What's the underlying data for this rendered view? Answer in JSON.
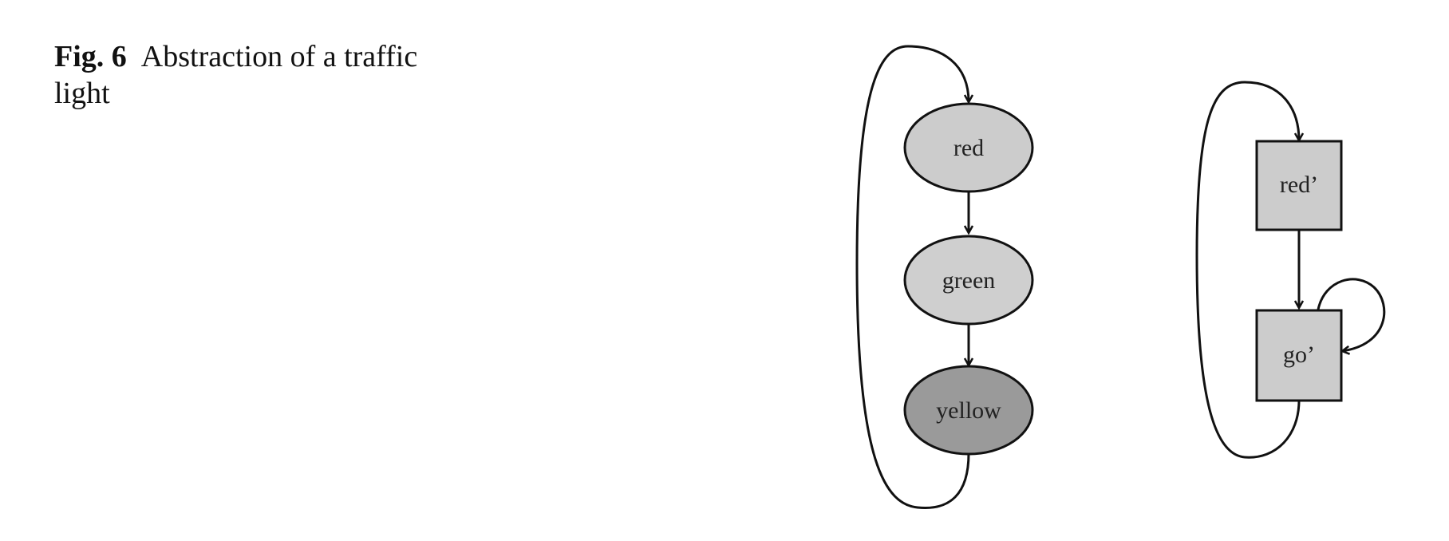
{
  "caption": {
    "label": "Fig. 6",
    "text": "Abstraction of a traffic light"
  },
  "diagram": {
    "left_graph": {
      "nodes": [
        {
          "id": "red",
          "label": "red",
          "shape": "ellipse",
          "fill": "#cccccc"
        },
        {
          "id": "green",
          "label": "green",
          "shape": "ellipse",
          "fill": "#cfcfcf"
        },
        {
          "id": "yellow",
          "label": "yellow",
          "shape": "ellipse",
          "fill": "#9a9a9a"
        }
      ],
      "edges": [
        {
          "from": "red",
          "to": "green"
        },
        {
          "from": "green",
          "to": "yellow"
        },
        {
          "from": "yellow",
          "to": "red"
        }
      ]
    },
    "right_graph": {
      "nodes": [
        {
          "id": "red_prime",
          "label": "red’",
          "shape": "rect",
          "fill": "#cccccc"
        },
        {
          "id": "go_prime",
          "label": "go’",
          "shape": "rect",
          "fill": "#cccccc"
        }
      ],
      "edges": [
        {
          "from": "red_prime",
          "to": "go_prime"
        },
        {
          "from": "go_prime",
          "to": "go_prime"
        },
        {
          "from": "go_prime",
          "to": "red_prime"
        }
      ]
    }
  }
}
